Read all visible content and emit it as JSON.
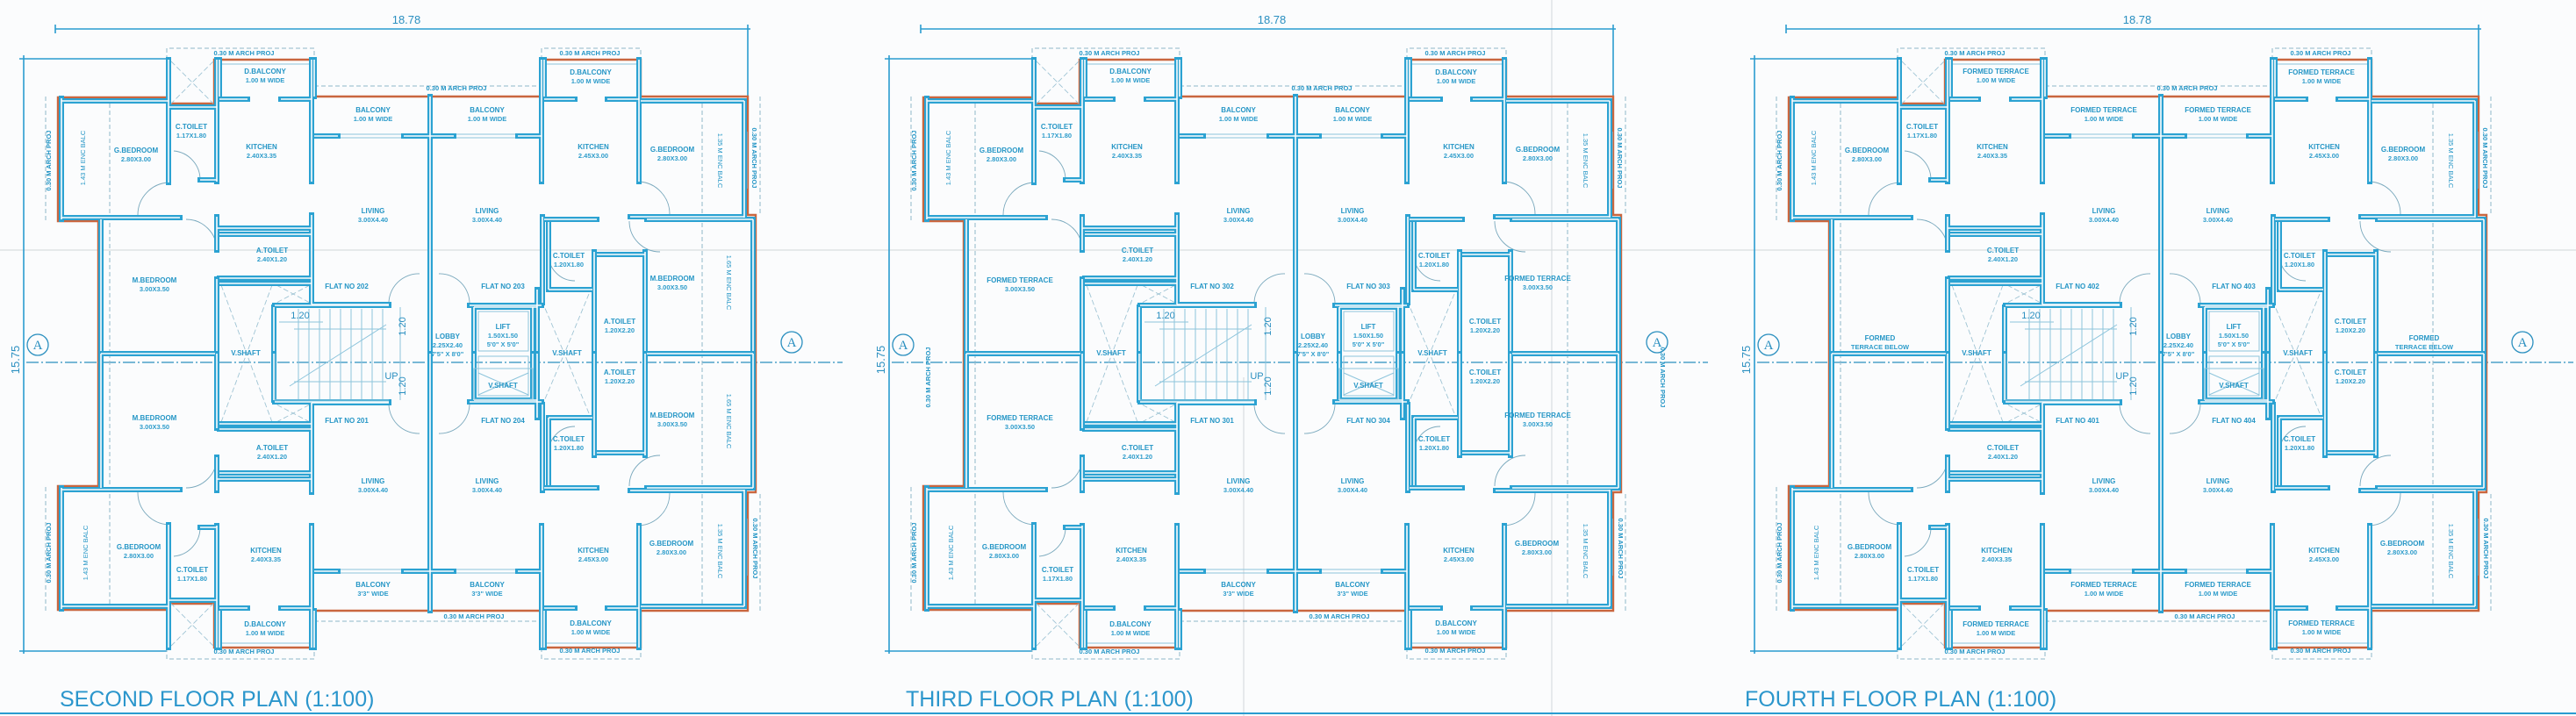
{
  "colors": {
    "wall": "#2ba2d2",
    "outline": "#c9663f",
    "text": "#2596c6"
  },
  "plans": [
    {
      "title": "SECOND FLOOR PLAN (1:100)",
      "dim_width": "18.78",
      "dim_height": "15.75",
      "grid_label": "A",
      "labels": {
        "tl_dbal_proj": [
          "0.30 M ARCH PROJ"
        ],
        "tl_dbal": [
          "D.BALCONY",
          "1.00 M WIDE"
        ],
        "tl_gbed_proj": [
          "0.30 M ARCH PROJ"
        ],
        "tl_gbed_enc": [
          "1.43 M ENC BALC"
        ],
        "tl_gbed": [
          "G.BEDROOM",
          "2.80X3.00"
        ],
        "tl_ctoilet": [
          "C.TOILET",
          "1.17X1.80"
        ],
        "tl_kitchen": [
          "KITCHEN",
          "2.40X3.35"
        ],
        "tl_balcony": [
          "BALCONY",
          "1.00 M WIDE"
        ],
        "tl_living": [
          "LIVING",
          "3.00X4.40"
        ],
        "tl_atoilet": [
          "A.TOILET",
          "2.40X1.20"
        ],
        "tl_mbed": [
          "M.BEDROOM",
          "3.00X3.50"
        ],
        "tl_flat": [
          "FLAT NO 202"
        ],
        "tl_vshaft": [
          "V.SHAFT"
        ],
        "stair_w": [
          "1.20"
        ],
        "stair_h1": [
          "1.20"
        ],
        "stair_h2": [
          "1.20"
        ],
        "stair_up": [
          "UP"
        ],
        "lobby": [
          "LOBBY",
          "2.25X2.40",
          "7'5\" X 8'0\""
        ],
        "tr_dbal_proj": [
          "0.30 M ARCH PROJ"
        ],
        "tr_dbal": [
          "D.BALCONY",
          "1.00 M WIDE"
        ],
        "top_bal_proj": [
          "0.30 M ARCH PROJ"
        ],
        "tr_balcony": [
          "BALCONY",
          "1.00 M WIDE"
        ],
        "tr_kitchen": [
          "KITCHEN",
          "2.45X3.00"
        ],
        "tr_gbed": [
          "G.BEDROOM",
          "2.80X3.00"
        ],
        "tr_gbed_enc": [
          "1.35 M ENC BALC"
        ],
        "tr_gbed_proj": [
          "0.30 M ARCH PROJ"
        ],
        "tr_living": [
          "LIVING",
          "3.00X4.40"
        ],
        "tr_ctoilet": [
          "C.TOILET",
          "1.20X1.80"
        ],
        "tr_flat": [
          "FLAT NO 203"
        ],
        "tr_mbed": [
          "M.BEDROOM",
          "3.00X3.50"
        ],
        "tr_mbed_enc": [
          "1.65 M ENC BALC"
        ],
        "tr_atoilet": [
          "A.TOILET",
          "1.20X2.20"
        ],
        "lift": [
          "LIFT",
          "1.50X1.50",
          "5'0\" X 5'0\""
        ],
        "tr_vshaft": [
          "V.SHAFT"
        ],
        "bl_mbed": [
          "M.BEDROOM",
          "3.00X3.50"
        ],
        "bl_atoilet": [
          "A.TOILET",
          "2.40X1.20"
        ],
        "bl_flat": [
          "FLAT NO 201"
        ],
        "bl_living": [
          "LIVING",
          "3.00X4.40"
        ],
        "bl_gbed": [
          "G.BEDROOM",
          "2.80X3.00"
        ],
        "bl_gbed_enc": [
          "1.43 M ENC BALC"
        ],
        "bl_gbed_proj": [
          "0.30 M ARCH PROJ"
        ],
        "bl_kitchen": [
          "KITCHEN",
          "2.40X3.35"
        ],
        "bl_ctoilet": [
          "C.TOILET",
          "1.17X1.80"
        ],
        "bl_balcony": [
          "BALCONY",
          "3'3\" WIDE"
        ],
        "bl_dbal": [
          "D.BALCONY",
          "1.00 M WIDE"
        ],
        "bl_dbal_proj": [
          "0.30 M ARCH PROJ"
        ],
        "bot_bal_proj": [
          "0.30 M ARCH PROJ"
        ],
        "br_vshaft": [
          "V.SHAFT"
        ],
        "br_flat": [
          "FLAT NO 204"
        ],
        "br_atoilet": [
          "A.TOILET",
          "1.20X2.20"
        ],
        "br_mbed": [
          "M.BEDROOM",
          "3.00X3.50"
        ],
        "br_mbed_enc": [
          "1.65 M ENC BALC"
        ],
        "br_ctoilet": [
          "C.TOILET",
          "1.20X1.80"
        ],
        "br_living": [
          "LIVING",
          "3.00X4.40"
        ],
        "br_kitchen": [
          "KITCHEN",
          "2.45X3.00"
        ],
        "br_gbed": [
          "G.BEDROOM",
          "2.80X3.00"
        ],
        "br_gbed_enc": [
          "1.35 M ENC BALC"
        ],
        "br_gbed_proj": [
          "0.30 M ARCH PROJ"
        ],
        "br_balcony": [
          "BALCONY",
          "3'3\" WIDE"
        ],
        "br_dbal": [
          "D.BALCONY",
          "1.00 M WIDE"
        ],
        "br_dbal_proj": [
          "0.30 M ARCH PROJ"
        ]
      }
    },
    {
      "title": "THIRD FLOOR PLAN (1:100)",
      "dim_width": "18.78",
      "dim_height": "15.75",
      "grid_label": "A",
      "labels": {
        "tl_dbal_proj": [
          "0.30 M ARCH PROJ"
        ],
        "tl_dbal": [
          "D.BALCONY",
          "1.00 M WIDE"
        ],
        "tl_gbed_proj": [
          "0.30 M ARCH PROJ"
        ],
        "tl_gbed_enc": [
          "1.43 M ENC BALC"
        ],
        "tl_gbed": [
          "G.BEDROOM",
          "2.80X3.00"
        ],
        "tl_ctoilet": [
          "C.TOILET",
          "1.17X1.80"
        ],
        "tl_kitchen": [
          "KITCHEN",
          "2.40X3.35"
        ],
        "tl_balcony": [
          "BALCONY",
          "1.00 M WIDE"
        ],
        "tl_living": [
          "LIVING",
          "3.00X4.40"
        ],
        "tl_atoilet": [
          "C.TOILET",
          "2.40X1.20"
        ],
        "tl_mbed": [
          "FORMED TERRACE",
          "3.00X3.50"
        ],
        "tl_flat": [
          "FLAT NO 302"
        ],
        "tl_vshaft": [
          "V.SHAFT"
        ],
        "stair_w": [
          "1.20"
        ],
        "stair_h1": [
          "1.20"
        ],
        "stair_h2": [
          "1.20"
        ],
        "stair_up": [
          "UP"
        ],
        "lobby": [
          "LOBBY",
          "2.25X2.40",
          "7'5\" X 8'0\""
        ],
        "tr_dbal_proj": [
          "0.30 M ARCH PROJ"
        ],
        "tr_dbal": [
          "D.BALCONY",
          "1.00 M WIDE"
        ],
        "top_bal_proj": [
          "0.30 M ARCH PROJ"
        ],
        "tr_balcony": [
          "BALCONY",
          "1.00 M WIDE"
        ],
        "tr_kitchen": [
          "KITCHEN",
          "2.45X3.00"
        ],
        "tr_gbed": [
          "G.BEDROOM",
          "2.80X3.00"
        ],
        "tr_gbed_enc": [
          "1.35 M ENC BALC"
        ],
        "tr_gbed_proj": [
          "0.30 M ARCH PROJ"
        ],
        "tr_living": [
          "LIVING",
          "3.00X4.40"
        ],
        "tr_ctoilet": [
          "C.TOILET",
          "1.20X1.80"
        ],
        "tr_flat": [
          "FLAT NO 303"
        ],
        "tr_mbed": [
          "FORMED TERRACE",
          "3.00X3.50"
        ],
        "tr_atoilet": [
          "C.TOILET",
          "1.20X2.20"
        ],
        "lift": [
          "LIFT",
          "1.50X1.50",
          "5'0\" X 5'0\""
        ],
        "tr_vshaft": [
          "V.SHAFT"
        ],
        "l_terr_proj": [
          "0.30 M ARCH PROJ"
        ],
        "r_terr_proj": [
          "0.30 M ARCH PROJ"
        ],
        "bl_mbed": [
          "FORMED TERRACE",
          "3.00X3.50"
        ],
        "bl_atoilet": [
          "C.TOILET",
          "2.40X1.20"
        ],
        "bl_flat": [
          "FLAT NO 301"
        ],
        "bl_living": [
          "LIVING",
          "3.00X4.40"
        ],
        "bl_gbed": [
          "G.BEDROOM",
          "2.80X3.00"
        ],
        "bl_gbed_enc": [
          "1.43 M ENC BALC"
        ],
        "bl_gbed_proj": [
          "0.30 M ARCH PROJ"
        ],
        "bl_kitchen": [
          "KITCHEN",
          "2.40X3.35"
        ],
        "bl_ctoilet": [
          "C.TOILET",
          "1.17X1.80"
        ],
        "bl_balcony": [
          "BALCONY",
          "3'3\" WIDE"
        ],
        "bl_dbal": [
          "D.BALCONY",
          "1.00 M WIDE"
        ],
        "bl_dbal_proj": [
          "0.30 M ARCH PROJ"
        ],
        "bot_bal_proj": [
          "0.30 M ARCH PROJ"
        ],
        "br_vshaft": [
          "V.SHAFT"
        ],
        "br_flat": [
          "FLAT NO 304"
        ],
        "br_atoilet": [
          "C.TOILET",
          "1.20X2.20"
        ],
        "br_mbed": [
          "FORMED TERRACE",
          "3.00X3.50"
        ],
        "br_ctoilet": [
          "C.TOILET",
          "1.20X1.80"
        ],
        "br_living": [
          "LIVING",
          "3.00X4.40"
        ],
        "br_kitchen": [
          "KITCHEN",
          "2.45X3.00"
        ],
        "br_gbed": [
          "G.BEDROOM",
          "2.80X3.00"
        ],
        "br_gbed_enc": [
          "1.35 M ENC BALC"
        ],
        "br_gbed_proj": [
          "0.30 M ARCH PROJ"
        ],
        "br_balcony": [
          "BALCONY",
          "3'3\" WIDE"
        ],
        "br_dbal": [
          "D.BALCONY",
          "1.00 M WIDE"
        ],
        "br_dbal_proj": [
          "0.30 M ARCH PROJ"
        ]
      }
    },
    {
      "title": "FOURTH FLOOR PLAN (1:100)",
      "dim_width": "18.78",
      "dim_height": "15.75",
      "grid_label": "A",
      "labels": {
        "tl_dbal_proj": [
          "0.30 M ARCH PROJ"
        ],
        "tl_dbal": [
          "FORMED TERRACE",
          "1.00 M WIDE"
        ],
        "tl_gbed_proj": [
          "0.30 M ARCH PROJ"
        ],
        "tl_gbed_enc": [
          "1.43 M ENC BALC"
        ],
        "tl_gbed": [
          "G.BEDROOM",
          "2.80X3.00"
        ],
        "tl_ctoilet": [
          "C.TOILET",
          "1.17X1.80"
        ],
        "tl_kitchen": [
          "KITCHEN",
          "2.40X3.35"
        ],
        "tl_balcony": [
          "FORMED TERRACE",
          "1.00 M WIDE"
        ],
        "tl_living": [
          "LIVING",
          "3.00X4.40"
        ],
        "tl_atoilet": [
          "C.TOILET",
          "2.40X1.20"
        ],
        "tl_flat": [
          "FLAT NO 402"
        ],
        "tl_vshaft": [
          "V.SHAFT"
        ],
        "stair_w": [
          "1.20"
        ],
        "stair_h1": [
          "1.20"
        ],
        "stair_h2": [
          "1.20"
        ],
        "stair_up": [
          "UP"
        ],
        "lobby": [
          "LOBBY",
          "2.25X2.40",
          "7'5\" X 8'0\""
        ],
        "tr_dbal_proj": [
          "0.30 M ARCH PROJ"
        ],
        "tr_dbal": [
          "FORMED TERRACE",
          "1.00 M WIDE"
        ],
        "top_bal_proj": [
          "0.30 M ARCH PROJ"
        ],
        "tr_balcony": [
          "FORMED TERRACE",
          "1.00 M WIDE"
        ],
        "tr_kitchen": [
          "KITCHEN",
          "2.45X3.00"
        ],
        "tr_gbed": [
          "G.BEDROOM",
          "2.80X3.00"
        ],
        "tr_gbed_enc": [
          "1.35 M ENC BALC"
        ],
        "tr_gbed_proj": [
          "0.30 M ARCH PROJ"
        ],
        "tr_living": [
          "LIVING",
          "3.00X4.40"
        ],
        "tr_ctoilet": [
          "C.TOILET",
          "1.20X1.80"
        ],
        "tr_flat": [
          "FLAT NO 403"
        ],
        "tr_atoilet": [
          "C.TOILET",
          "1.20X2.20"
        ],
        "lift": [
          "LIFT",
          "1.50X1.50",
          "5'0\" X 5'0\""
        ],
        "tr_vshaft": [
          "V.SHAFT"
        ],
        "l_below": [
          "FORMED",
          "TERRACE BELOW"
        ],
        "r_below": [
          "FORMED",
          "TERRACE BELOW"
        ],
        "bl_atoilet": [
          "C.TOILET",
          "2.40X1.20"
        ],
        "bl_flat": [
          "FLAT NO 401"
        ],
        "bl_living": [
          "LIVING",
          "3.00X4.40"
        ],
        "bl_gbed": [
          "G.BEDROOM",
          "2.80X3.00"
        ],
        "bl_gbed_enc": [
          "1.43 M ENC BALC"
        ],
        "bl_gbed_proj": [
          "0.30 M ARCH PROJ"
        ],
        "bl_kitchen": [
          "KITCHEN",
          "2.40X3.35"
        ],
        "bl_ctoilet": [
          "C.TOILET",
          "1.17X1.80"
        ],
        "bl_balcony": [
          "FORMED TERRACE",
          "1.00 M WIDE"
        ],
        "bl_dbal": [
          "FORMED TERRACE",
          "1.00 M WIDE"
        ],
        "bl_dbal_proj": [
          "0.30 M ARCH PROJ"
        ],
        "bot_bal_proj": [
          "0.30 M ARCH PROJ"
        ],
        "br_vshaft": [
          "V.SHAFT"
        ],
        "br_flat": [
          "FLAT NO 404"
        ],
        "br_atoilet": [
          "C.TOILET",
          "1.20X2.20"
        ],
        "br_ctoilet": [
          "C.TOILET",
          "1.20X1.80"
        ],
        "br_living": [
          "LIVING",
          "3.00X4.40"
        ],
        "br_kitchen": [
          "KITCHEN",
          "2.45X3.00"
        ],
        "br_gbed": [
          "G.BEDROOM",
          "2.80X3.00"
        ],
        "br_gbed_enc": [
          "1.35 M ENC BALC"
        ],
        "br_gbed_proj": [
          "0.30 M ARCH PROJ"
        ],
        "br_balcony": [
          "FORMED TERRACE",
          "1.00 M WIDE"
        ],
        "br_dbal": [
          "FORMED TERRACE",
          "1.00 M WIDE"
        ],
        "br_dbal_proj": [
          "0.30 M ARCH PROJ"
        ]
      }
    }
  ]
}
